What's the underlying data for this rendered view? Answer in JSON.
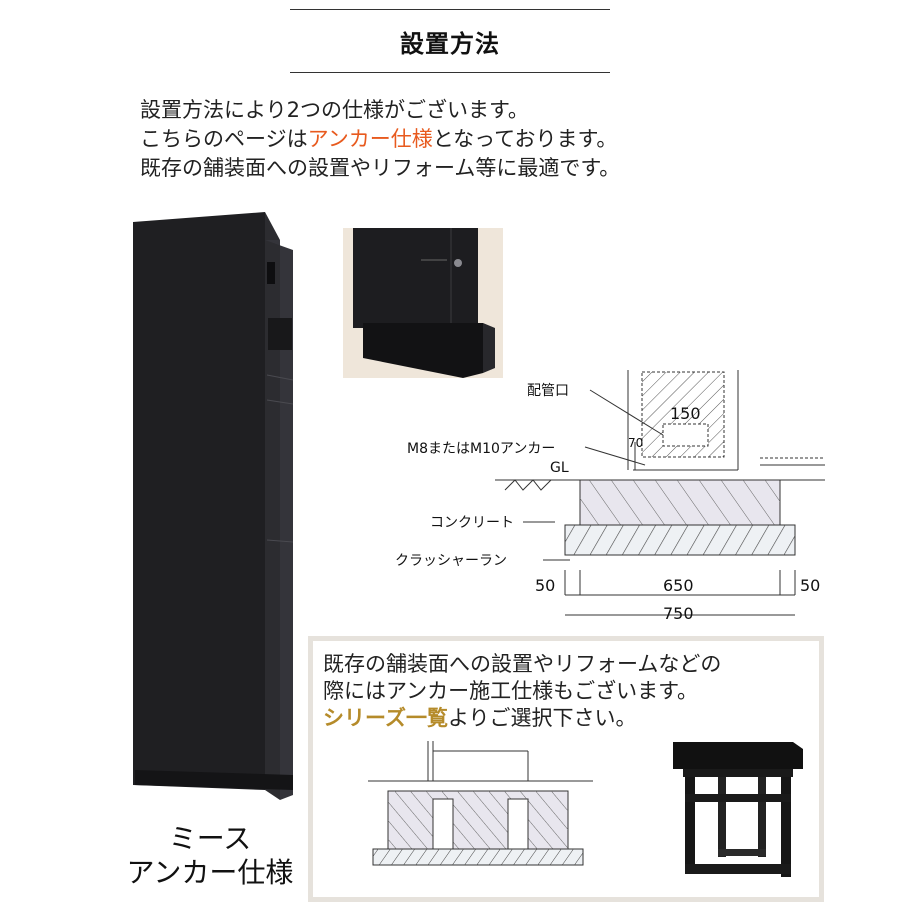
{
  "header": {
    "title": "設置方法"
  },
  "intro": {
    "line1": "設置方法により2つの仕様がございます。",
    "line2_before": "こちらのページは",
    "line2_accent": "アンカー仕様",
    "line2_after": "となっております。",
    "line3": "既存の舗装面への設置やリフォーム等に最適です。"
  },
  "product": {
    "caption_line1": "ミース",
    "caption_line2": "アンカー仕様"
  },
  "diagram": {
    "label_pipe": "配管口",
    "label_anchor": "M8またはM10アンカー",
    "label_gl": "GL",
    "label_concrete": "コンクリート",
    "label_crusher": "クラッシャーラン",
    "dim_150": "150",
    "dim_70": "70",
    "dim_50_left": "50",
    "dim_650": "650",
    "dim_50_right": "50",
    "dim_750": "750"
  },
  "info": {
    "line1": "既存の舗装面への設置やリフォームなどの",
    "line2": "際にはアンカー施工仕様もございます。",
    "series_link": "シリーズ一覧",
    "line3_after": "よりご選択下さい。"
  },
  "colors": {
    "accent": "#e85a1e",
    "series": "#b58b2a",
    "product": "#1e1e20",
    "box_border": "#e6e2dc"
  }
}
